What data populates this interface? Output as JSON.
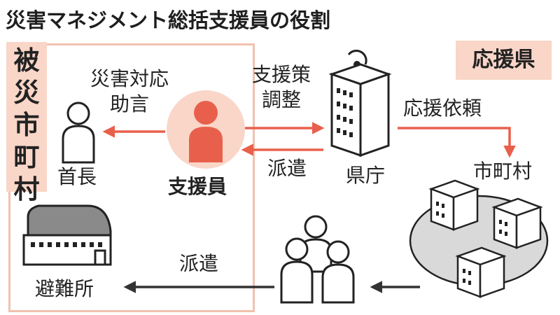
{
  "title": "災害マネジメント総括支援員の役割",
  "affected_municipality": "被災市町村",
  "supporting_prefecture": "応援県",
  "nodes": {
    "mayor": "首長",
    "supporter": "支援員",
    "prefecture_office": "県庁",
    "municipalities": "市町村",
    "shelter": "避難所"
  },
  "edges": {
    "advice": [
      "災害対応",
      "助言"
    ],
    "coordination": [
      "支援策",
      "調整"
    ],
    "dispatch_to_supporter": "派遣",
    "support_request": "応援依頼",
    "dispatch_to_shelter": "派遣"
  },
  "colors": {
    "accent_red": "#e8604c",
    "soft_pink": "#f9d6c8",
    "frame_pink": "#f2c1b0",
    "gray": "#d9d9d9",
    "dark": "#222222"
  }
}
